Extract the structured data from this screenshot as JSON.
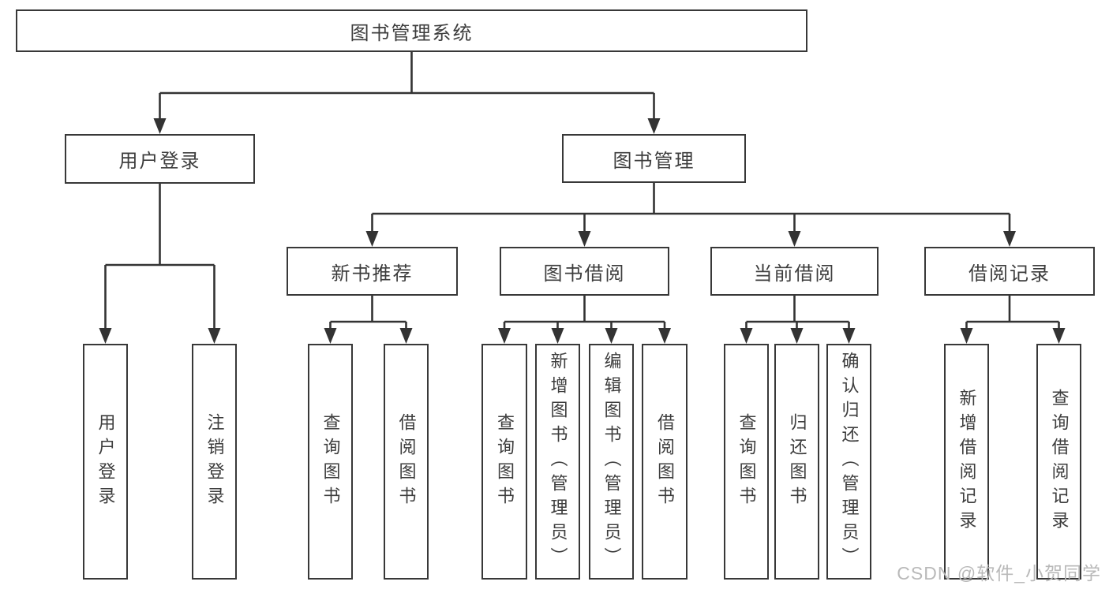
{
  "diagram": {
    "title": "图书管理系统",
    "tree": {
      "label": "图书管理系统",
      "children": [
        {
          "label": "用户登录",
          "children": [
            {
              "label": "用户登录"
            },
            {
              "label": "注销登录"
            }
          ]
        },
        {
          "label": "图书管理",
          "children": [
            {
              "label": "新书推荐",
              "children": [
                {
                  "label": "查询图书"
                },
                {
                  "label": "借阅图书"
                }
              ]
            },
            {
              "label": "图书借阅",
              "children": [
                {
                  "label": "查询图书"
                },
                {
                  "label": "新增图书（管理员）"
                },
                {
                  "label": "编辑图书（管理员）"
                },
                {
                  "label": "借阅图书"
                }
              ]
            },
            {
              "label": "当前借阅",
              "children": [
                {
                  "label": "查询图书"
                },
                {
                  "label": "归还图书"
                },
                {
                  "label": "确认归还（管理员）"
                }
              ]
            },
            {
              "label": "借阅记录",
              "children": [
                {
                  "label": "新增借阅记录"
                },
                {
                  "label": "查询借阅记录"
                }
              ]
            }
          ]
        }
      ]
    }
  },
  "watermark": {
    "text": "CSDN @软件_小贺同学"
  },
  "colors": {
    "background": "#ffffff",
    "line": "#333333",
    "box_border": "#383838",
    "text": "#3d3d3d",
    "watermark_text": "#b9b9b9"
  }
}
